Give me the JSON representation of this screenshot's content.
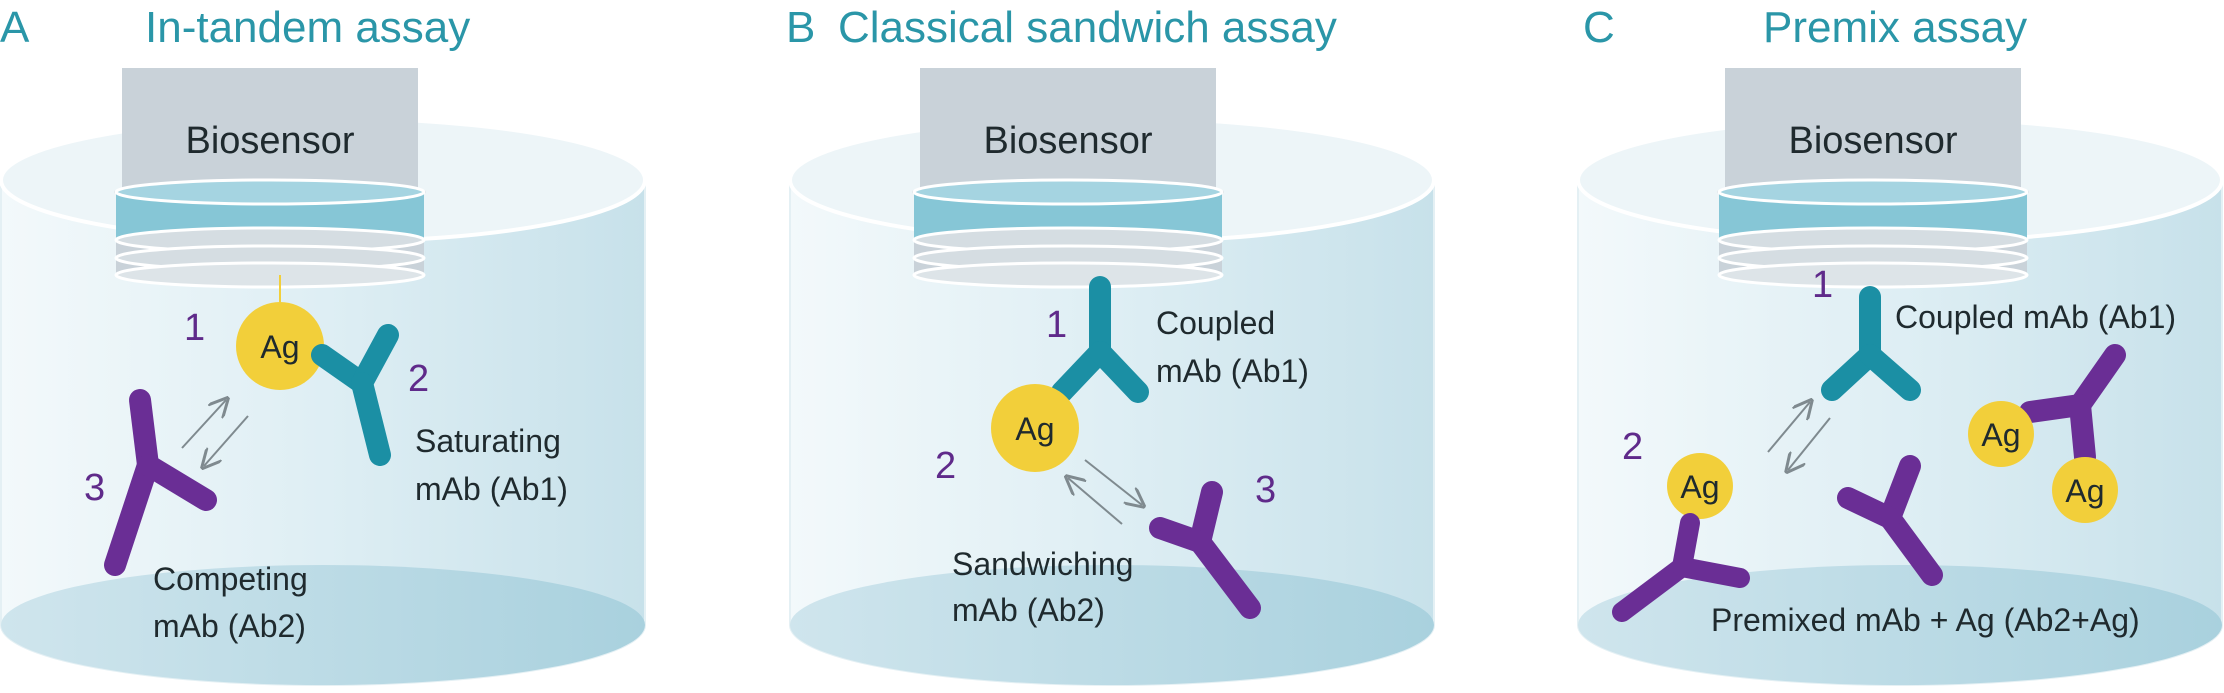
{
  "colors": {
    "teal_title": "#2a96a8",
    "purple": "#6a2e95",
    "teal_antibody": "#1b8fa4",
    "antigen_yellow": "#f2cf3a",
    "sensor_grey": "#c9d2d9",
    "sensor_band": "#86c6d6",
    "well_fill": "#d7eaf1",
    "arrow_grey": "#7f8a8f"
  },
  "panels": [
    {
      "letter": "A",
      "title": "In-tandem assay",
      "sensor_label": "Biosensor",
      "labels": {
        "n1": "1",
        "n2": "2",
        "n3": "3",
        "ag1": "Ag",
        "saturating_l1": "Saturating",
        "saturating_l2": "mAb (Ab1)",
        "competing_l1": "Competing",
        "competing_l2": "mAb (Ab2)"
      }
    },
    {
      "letter": "B",
      "title": "Classical sandwich assay",
      "sensor_label": "Biosensor",
      "labels": {
        "n1": "1",
        "n2": "2",
        "n3": "3",
        "ag1": "Ag",
        "coupled_l1": "Coupled",
        "coupled_l2": "mAb (Ab1)",
        "sandwich_l1": "Sandwiching",
        "sandwich_l2": "mAb (Ab2)"
      }
    },
    {
      "letter": "C",
      "title": "Premix assay",
      "sensor_label": "Biosensor",
      "labels": {
        "n1": "1",
        "n2": "2",
        "ag1": "Ag",
        "ag2": "Ag",
        "ag3": "Ag",
        "coupled": "Coupled mAb (Ab1)",
        "premixed": "Premixed mAb + Ag (Ab2+Ag)"
      }
    }
  ]
}
